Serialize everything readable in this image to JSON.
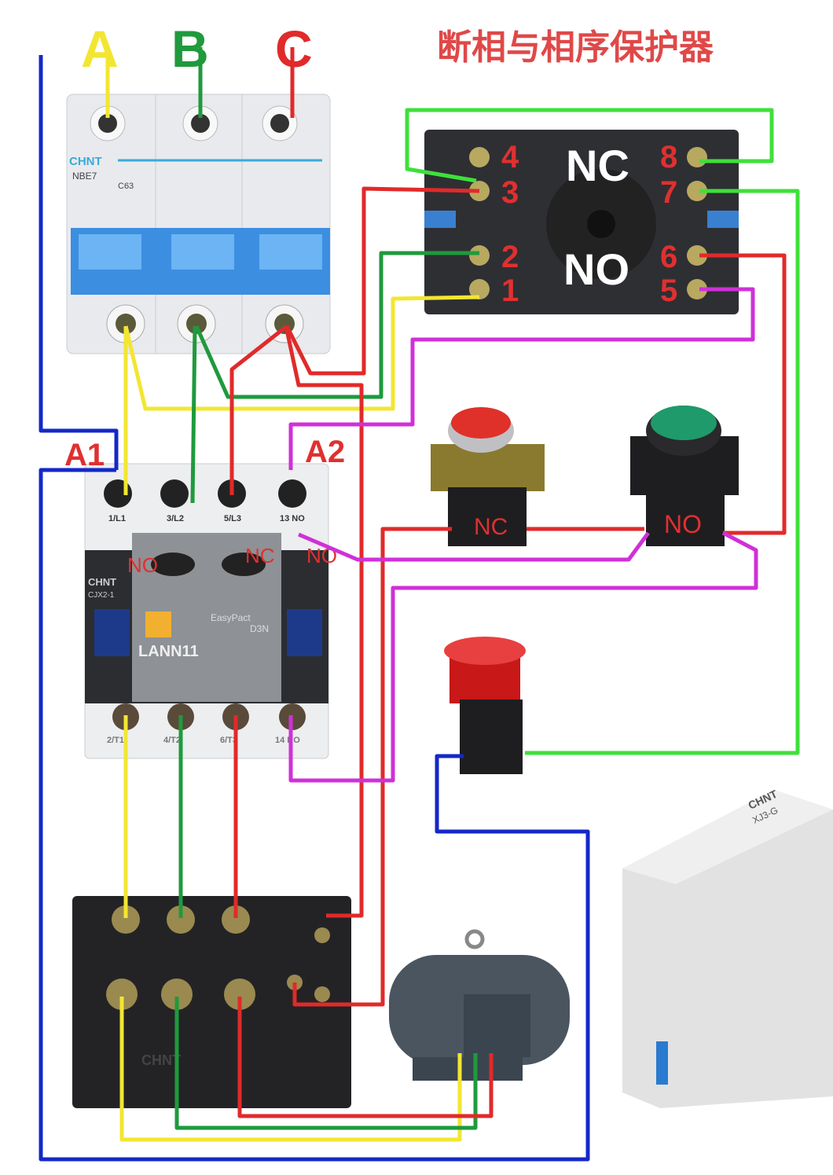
{
  "title": "断相与相序保护器",
  "phases": [
    "A",
    "B",
    "C"
  ],
  "coil_labels": {
    "a1": "A1",
    "a2": "A2"
  },
  "breaker": {
    "brand": "CHNT",
    "model": "NBE7",
    "rating": "C63"
  },
  "relay_base": {
    "nc": "NC",
    "no": "NO",
    "terminals": [
      "1",
      "2",
      "3",
      "4",
      "5",
      "6",
      "7",
      "8"
    ]
  },
  "contactor": {
    "brand": "CHNT",
    "model": "CJX2-1",
    "top_terminals": [
      "1/L1",
      "3/L2",
      "5/L3",
      "13 NO"
    ],
    "bottom_terminals": [
      "2/T1",
      "4/T2",
      "6/T3",
      "14 NO"
    ],
    "aux_labels": [
      "NO",
      "NC",
      "NO"
    ],
    "aux_block": "LANN11",
    "aux_brand": "EasyPact",
    "aux_model": "D3N"
  },
  "buttons": {
    "stop": "NC",
    "start": "NO"
  },
  "overload": {
    "brand": "CHNT"
  },
  "protector": {
    "brand": "CHNT",
    "model": "XJ3-G"
  },
  "colors": {
    "phase_a": "#f2e632",
    "phase_b": "#1f9a3c",
    "phase_c": "#e12a2a",
    "neutral": "#1428c8",
    "control": "#d030d8",
    "signal": "#3ee03a",
    "label_red": "#e03030"
  }
}
